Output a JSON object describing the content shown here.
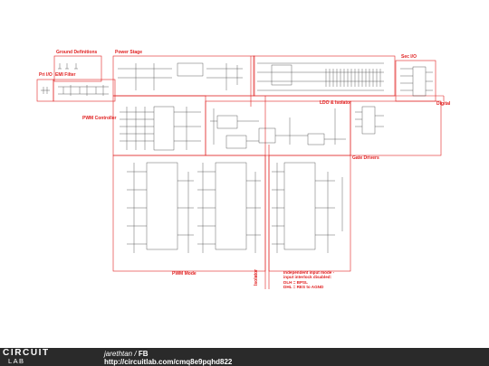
{
  "labels": {
    "ground_definitions": "Ground Definitions",
    "pri_io": "Pri I/O",
    "emi_filter": "EMI Filter",
    "power_stage": "Power Stage",
    "sec_io": "Sec I/O",
    "digital": "Digital",
    "ldo_isolator": "LDO & Isolator",
    "pwm_controller": "PWM Controller",
    "gate_drivers": "Gate Drivers",
    "pwm_mode": "PWM Mode",
    "isolator": "Isolator"
  },
  "note": {
    "line1": "Independent input mode -",
    "line2": "input interlock disabled:",
    "line3": "DLH = BPSL",
    "line4": "DHL = RES to AGND"
  },
  "footer": {
    "logo_top": "CIRCUIT",
    "logo_bottom": "LAB",
    "user": "jarethtan",
    "separator": " / ",
    "title": "FB",
    "url": "http://circuitlab.com/cmq8e9pqhd822"
  },
  "colors": {
    "boundary": "#e02020",
    "wire": "#222222",
    "footer_bg": "#2a2a2a"
  }
}
